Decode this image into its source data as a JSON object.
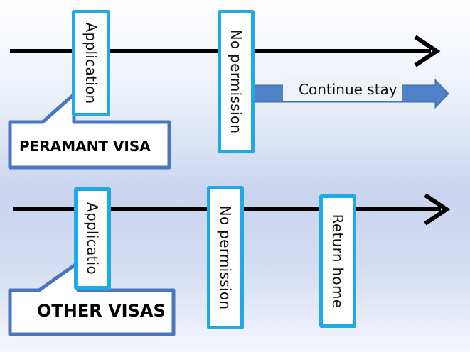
{
  "diagram": {
    "permanent": {
      "callout": "PERAMANT VISA",
      "application": "Application",
      "no_permission": "No permission",
      "outcome": "Continue stay"
    },
    "other": {
      "callout": "OTHER VISAS",
      "application": "Applicatio",
      "no_permission": "No permission",
      "outcome": "Return home"
    }
  },
  "colors": {
    "box_border": "#1fa9e6",
    "callout_border": "#4a76c0",
    "arrow": "#000000",
    "outcome_arrow": "#4f81c7"
  }
}
